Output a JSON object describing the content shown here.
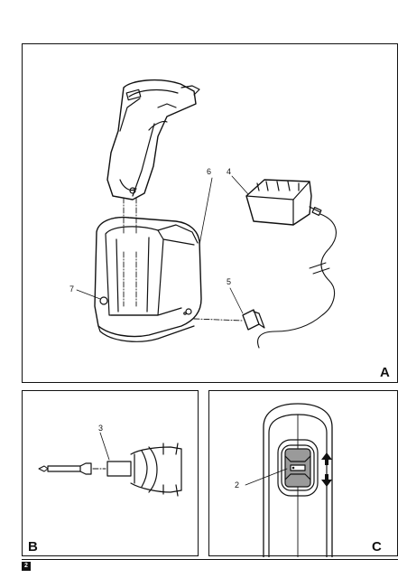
{
  "panels": {
    "a": {
      "letter": "A",
      "callouts": {
        "c4": "4",
        "c5": "5",
        "c6": "6",
        "c7": "7"
      }
    },
    "b": {
      "letter": "B",
      "callouts": {
        "c3": "3"
      }
    },
    "c": {
      "letter": "C",
      "callouts": {
        "c2": "2"
      }
    }
  },
  "footer": {
    "page_number": "2"
  }
}
